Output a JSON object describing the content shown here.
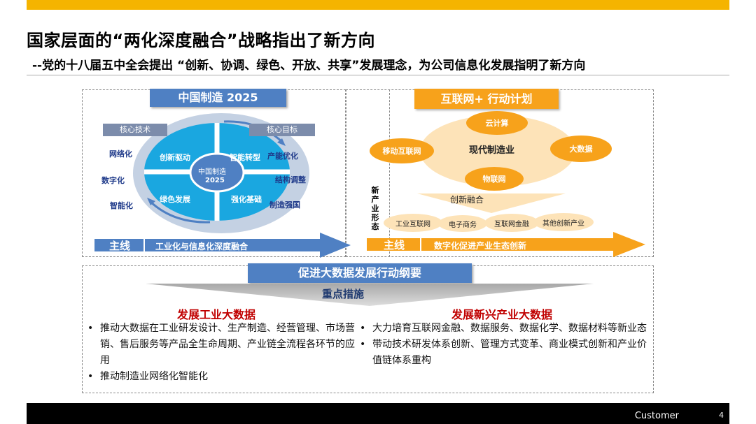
{
  "header": {
    "title": "国家层面的“两化深度融合”战略指出了新方向",
    "subtitle": "--党的十八届五中全会提出 “创新、协调、绿色、开放、共享”发展理念，为公司信息化发展指明了新方向"
  },
  "left_panel": {
    "banner": "中国制造 2025",
    "label_core_tech": "核心技术",
    "label_core_goal": "核心目标",
    "left_terms": [
      "网络化",
      "数字化",
      "智能化"
    ],
    "right_terms": [
      "产能优化",
      "结构调整",
      "制造强国"
    ],
    "quadrants": [
      "创新驱动",
      "智能转型",
      "绿色发展",
      "强化基础"
    ],
    "center_line1": "中国制造",
    "center_line2": "2025",
    "mainline_label": "主线",
    "mainline_text": "工业化与信息化深度融合"
  },
  "right_panel": {
    "banner": "互联网+ 行动计划",
    "vertical_label": "新产业形态",
    "center": "现代制造业",
    "nodes": [
      "云计算",
      "移动互联网",
      "大数据",
      "物联网"
    ],
    "fusion": "创新融合",
    "pills": [
      "工业互联网",
      "电子商务",
      "互联网金融",
      "其他创新产业"
    ],
    "mainline_label": "主线",
    "mainline_text": "数字化促进产业生态创新"
  },
  "bottom_panel": {
    "banner": "促进大数据发展行动纲要",
    "key_measures": "重点措施",
    "left_title": "发展工业大数据",
    "left_bullets": [
      "推动大数据在工业研发设计、生产制造、经营管理、市场营销、售后服务等产品全生命周期、产业链全流程各环节的应用",
      "推动制造业网络化智能化"
    ],
    "right_title": "发展新兴产业大数据",
    "right_bullets": [
      "大力培育互联网金融、数据服务、数据化学、数据材料等新业态",
      "带动技术研发体系创新、管理方式变革、商业模式创新和产业价值链体系重构"
    ]
  },
  "footer": {
    "label": "Customer",
    "page": "4"
  },
  "colors": {
    "accent_yellow": "#f5b400",
    "blue": "#4f80c3",
    "cyan": "#1aa7e0",
    "orange": "#f7a21b",
    "dark_red": "#c00000"
  }
}
